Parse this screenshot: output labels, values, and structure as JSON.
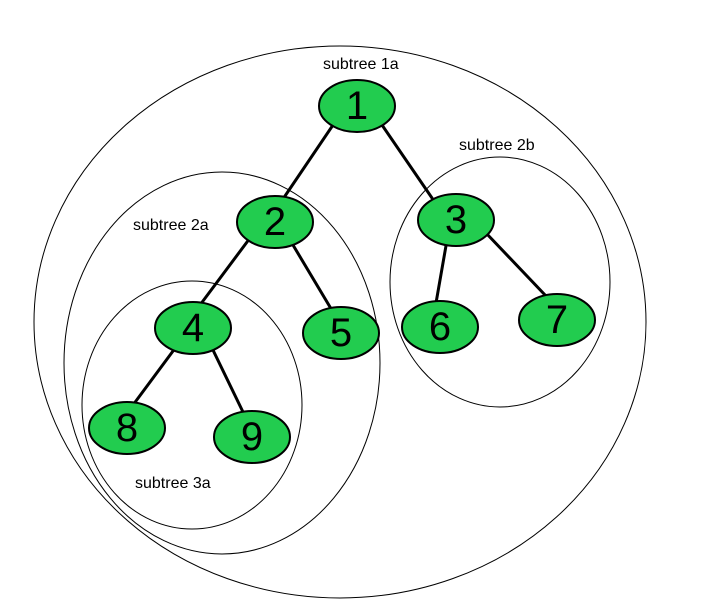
{
  "colors": {
    "node_fill": "#22cc4f",
    "stroke": "#000000",
    "background": "#ffffff"
  },
  "subtrees": [
    {
      "id": "1a",
      "label": "subtree 1a"
    },
    {
      "id": "2a",
      "label": "subtree 2a"
    },
    {
      "id": "2b",
      "label": "subtree 2b"
    },
    {
      "id": "3a",
      "label": "subtree 3a"
    }
  ],
  "nodes": [
    {
      "id": "1",
      "label": "1"
    },
    {
      "id": "2",
      "label": "2"
    },
    {
      "id": "3",
      "label": "3"
    },
    {
      "id": "4",
      "label": "4"
    },
    {
      "id": "5",
      "label": "5"
    },
    {
      "id": "6",
      "label": "6"
    },
    {
      "id": "7",
      "label": "7"
    },
    {
      "id": "8",
      "label": "8"
    },
    {
      "id": "9",
      "label": "9"
    }
  ],
  "edges": [
    {
      "from": "1",
      "to": "2"
    },
    {
      "from": "1",
      "to": "3"
    },
    {
      "from": "2",
      "to": "4"
    },
    {
      "from": "2",
      "to": "5"
    },
    {
      "from": "3",
      "to": "6"
    },
    {
      "from": "3",
      "to": "7"
    },
    {
      "from": "4",
      "to": "8"
    },
    {
      "from": "4",
      "to": "9"
    }
  ]
}
